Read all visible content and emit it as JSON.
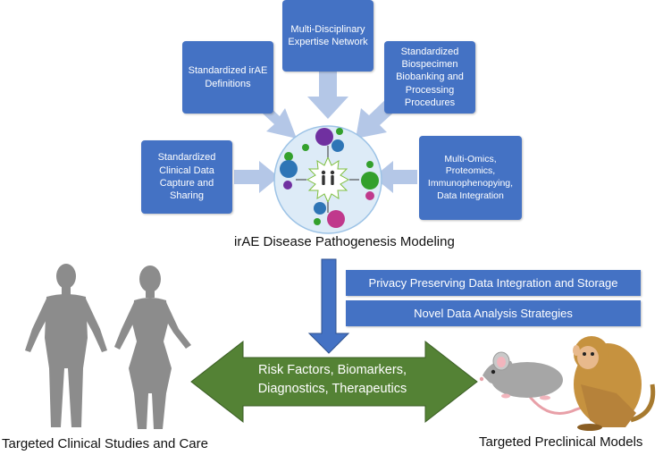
{
  "boxes": {
    "expertise": "Multi-Disciplinary\nExpertise Network",
    "definitions": "Standardized irAE\nDefinitions",
    "biospecimen": "Standardized\nBiospecimen\nBiobanking and\nProcessing\nProcedures",
    "clinical_data": "Standardized\nClinical Data\nCapture and\nSharing",
    "omics": "Multi-Omics,\nProteomics,\nImmunophenopying,\nData Integration"
  },
  "center_label": "irAE Disease Pathogenesis Modeling",
  "bars": {
    "privacy": "Privacy Preserving Data Integration and Storage",
    "analysis": "Novel Data Analysis Strategies"
  },
  "outcome": {
    "line1": "Risk Factors, Biomarkers,",
    "line2": "Diagnostics, Therapeutics"
  },
  "captions": {
    "clinical": "Targeted Clinical Studies and Care",
    "preclinical": "Targeted Preclinical Models"
  },
  "colors": {
    "box_blue": "#4472c4",
    "arrow_lavender": "#b4c7e7",
    "outcome_green": "#548235",
    "figure_gray": "#8c8c8c"
  }
}
